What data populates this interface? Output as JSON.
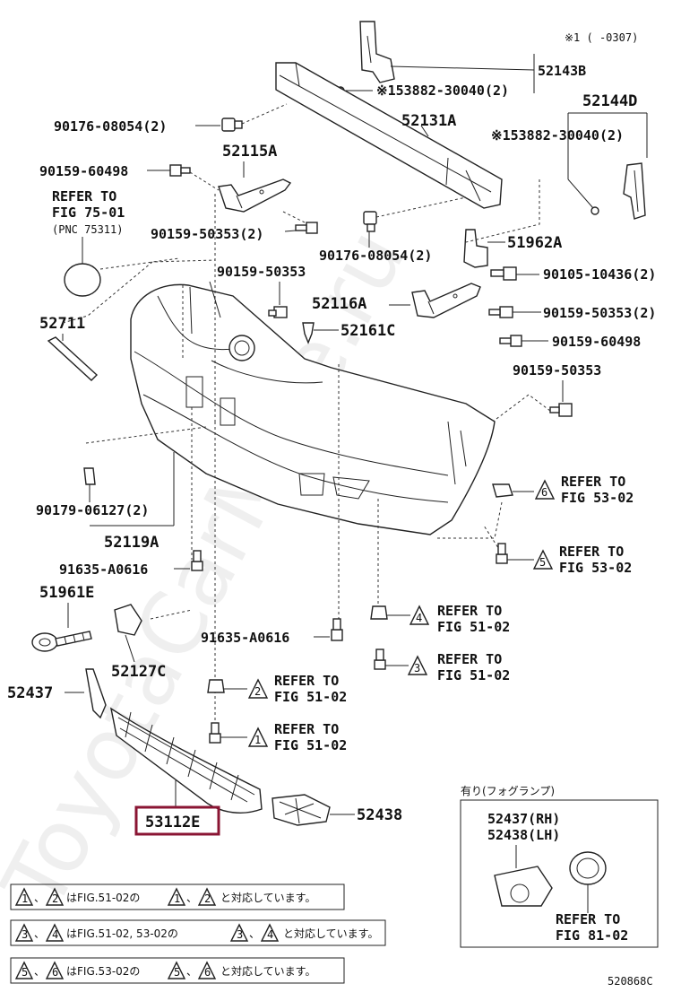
{
  "diagram_code": "520868C",
  "note_top": "※1 (   -0307)",
  "labels": {
    "p52143B": "52143B",
    "p153882_a": "※153882-30040(2)",
    "p52144D": "52144D",
    "p153882_b": "※153882-30040(2)",
    "p90176_a": "90176-08054(2)",
    "p52131A": "52131A",
    "p90159_60498_a": "90159-60498",
    "p52115A": "52115A",
    "refer_75_1": "REFER TO",
    "refer_75_2": "FIG 75-01",
    "refer_75_3": "(PNC 75311)",
    "p90159_50353_2a": "90159-50353(2)",
    "p90176_b": "90176-08054(2)",
    "p51962A": "51962A",
    "p90105": "90105-10436(2)",
    "p90159_50353_a": "90159-50353",
    "p52116A": "52116A",
    "p90159_50353_2b": "90159-50353(2)",
    "p52711": "52711",
    "p52161C": "52161C",
    "p90159_60498_b": "90159-60498",
    "p90159_50353_b": "90159-50353",
    "p90179": "90179-06127(2)",
    "p52119A": "52119A",
    "p91635_a": "91635-A0616",
    "p51961E": "51961E",
    "p91635_b": "91635-A0616",
    "p52127C": "52127C",
    "p52437": "52437",
    "p53112E": "53112E",
    "p52438": "52438",
    "box_title": "有り(フォグランプ)",
    "box_52437": "52437(RH)",
    "box_52438": "52438(LH)",
    "box_refer1": "REFER TO",
    "box_refer2": "FIG 81-02"
  },
  "refs": {
    "r6": {
      "num": "6",
      "l1": "REFER TO",
      "l2": "FIG 53-02"
    },
    "r5": {
      "num": "5",
      "l1": "REFER TO",
      "l2": "FIG 53-02"
    },
    "r4": {
      "num": "4",
      "l1": "REFER TO",
      "l2": "FIG 51-02"
    },
    "r3": {
      "num": "3",
      "l1": "REFER TO",
      "l2": "FIG 51-02"
    },
    "r2": {
      "num": "2",
      "l1": "REFER TO",
      "l2": "FIG 51-02"
    },
    "r1": {
      "num": "1",
      "l1": "REFER TO",
      "l2": "FIG 51-02"
    }
  },
  "legend": [
    {
      "a": "1",
      "b": "2",
      "mid": "はFIG.51-02の",
      "end": "と対応しています。"
    },
    {
      "a": "3",
      "b": "4",
      "mid": "はFIG.51-02, 53-02の",
      "end": "と対応しています。"
    },
    {
      "a": "5",
      "b": "6",
      "mid": "はFIG.53-02の",
      "end": "と対応しています。"
    }
  ],
  "watermark": "ToyotaCarMine.ru",
  "highlight_part": "53112E"
}
